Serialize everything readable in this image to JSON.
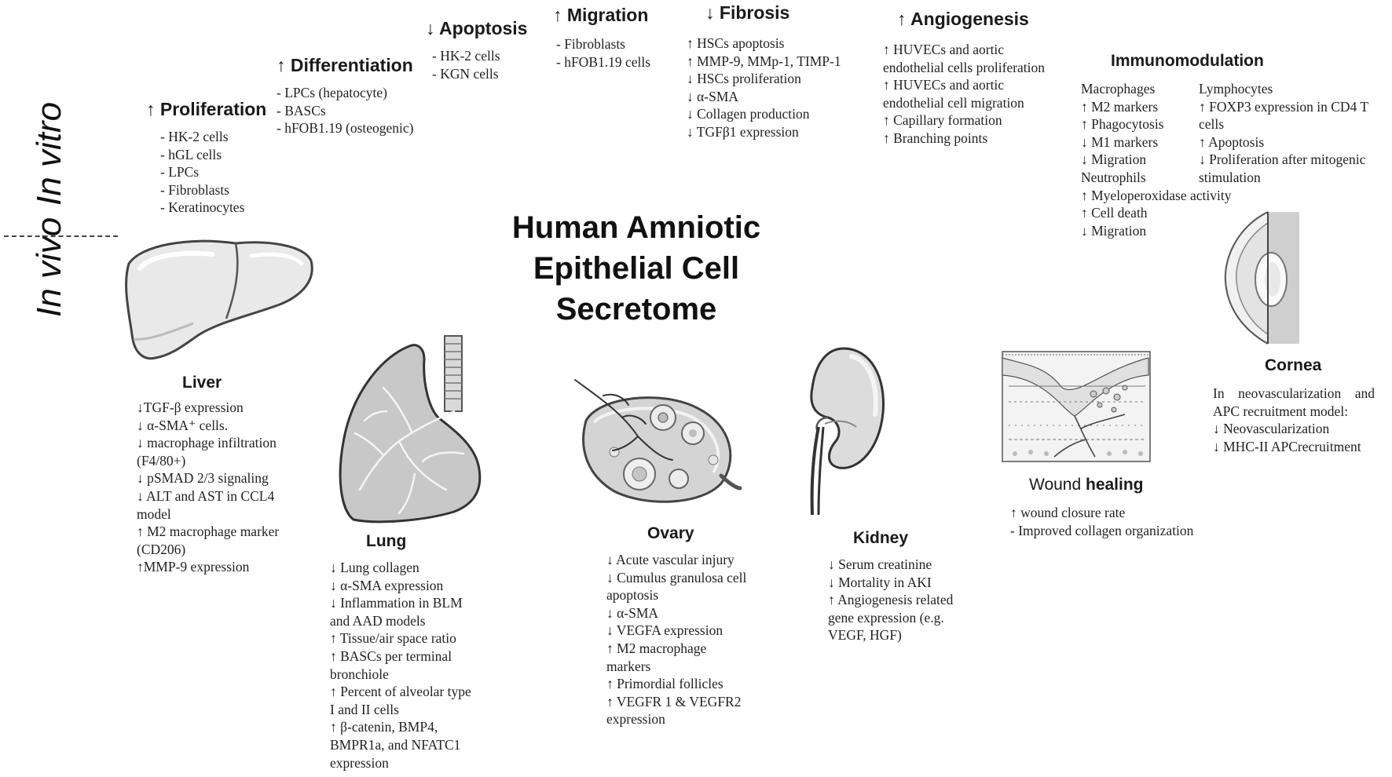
{
  "main_title": {
    "line1": "Human Amniotic Epithelial Cell",
    "line2": "Secretome"
  },
  "side_labels": {
    "in_vitro": "In vitro",
    "in_vivo": "In vivo"
  },
  "in_vitro": {
    "proliferation": {
      "title": "↑ Proliferation",
      "items": [
        "- HK-2 cells",
        "- hGL cells",
        "- LPCs",
        "- Fibroblasts",
        "- Keratinocytes"
      ]
    },
    "differentiation": {
      "title": "↑ Differentiation",
      "items": [
        "- LPCs (hepatocyte)",
        "- BASCs",
        "- hFOB1.19 (osteogenic)"
      ]
    },
    "apoptosis": {
      "title": "↓ Apoptosis",
      "items": [
        "- HK-2 cells",
        "- KGN cells"
      ]
    },
    "migration": {
      "title": "↑ Migration",
      "items": [
        "- Fibroblasts",
        "- hFOB1.19 cells"
      ]
    },
    "fibrosis": {
      "title": "↓ Fibrosis",
      "items": [
        "↑ HSCs apoptosis",
        "↑ MMP-9, MMp-1, TIMP-1",
        "↓ HSCs proliferation",
        "↓ α-SMA",
        "↓ Collagen production",
        "↓ TGFβ1 expression"
      ]
    },
    "angiogenesis": {
      "title": "↑ Angiogenesis",
      "items": [
        "↑ HUVECs and aortic",
        "endothelial cells proliferation",
        "↑ HUVECs  and aortic",
        "endothelial cell migration",
        "↑ Capillary formation",
        "↑ Branching points"
      ]
    },
    "immunomodulation": {
      "title": "Immunomodulation",
      "left": [
        "Macrophages",
        "↑ M2 markers",
        "↑ Phagocytosis",
        "↓ M1 markers",
        "↓ Migration",
        "Neutrophils",
        "↑ Myeloperoxidase activity",
        "↑ Cell death",
        "↓ Migration"
      ],
      "right": [
        "Lymphocytes",
        "↑ FOXP3 expression in CD4 T",
        "cells",
        "↑ Apoptosis",
        "↓  Proliferation after mitogenic",
        "stimulation"
      ]
    }
  },
  "in_vivo": {
    "liver": {
      "title": "Liver",
      "items": [
        "↓TGF-β expression",
        "↓ α-SMA⁺ cells.",
        "↓ macrophage infiltration",
        "(F4/80+)",
        "↓ pSMAD 2/3 signaling",
        "↓ ALT and AST in CCL4",
        "model",
        "↑ M2 macrophage marker",
        "(CD206)",
        "↑MMP-9 expression"
      ]
    },
    "lung": {
      "title": "Lung",
      "items": [
        "↓ Lung collagen",
        "↓ α-SMA expression",
        "↓ Inflammation in BLM",
        "and AAD models",
        "↑ Tissue/air space ratio",
        "↑ BASCs per terminal",
        "bronchiole",
        "↑ Percent of alveolar type",
        "I and II cells",
        "↑ β-catenin, BMP4,",
        "BMPR1a, and NFATC1",
        "expression"
      ]
    },
    "ovary": {
      "title": "Ovary",
      "items": [
        "↓ Acute vascular injury",
        "↓  Cumulus granulosa cell",
        "apoptosis",
        "↓ α-SMA",
        "↓ VEGFA expression",
        "↑ M2 macrophage",
        "markers",
        "↑ Primordial follicles",
        "↑ VEGFR 1 & VEGFR2",
        "expression"
      ]
    },
    "kidney": {
      "title": "Kidney",
      "items": [
        "↓ Serum creatinine",
        "↓ Mortality in AKI",
        "↑ Angiogenesis related",
        "gene expression (e.g.",
        "VEGF, HGF)"
      ]
    },
    "wound": {
      "title_plain": "Wound ",
      "title_bold": "healing",
      "items": [
        "↑ wound closure rate",
        "- Improved collagen organization"
      ]
    },
    "cornea": {
      "title": "Cornea",
      "intro1": "In    neovascularization    and",
      "intro2": "APC recruitment model:",
      "items": [
        "↓ Neovascularization",
        "↓ MHC-II APCrecruitment"
      ]
    }
  },
  "icons": [
    "liver-icon",
    "lung-icon",
    "ovary-icon",
    "kidney-icon",
    "skin-wound-icon",
    "cornea-eye-icon"
  ]
}
